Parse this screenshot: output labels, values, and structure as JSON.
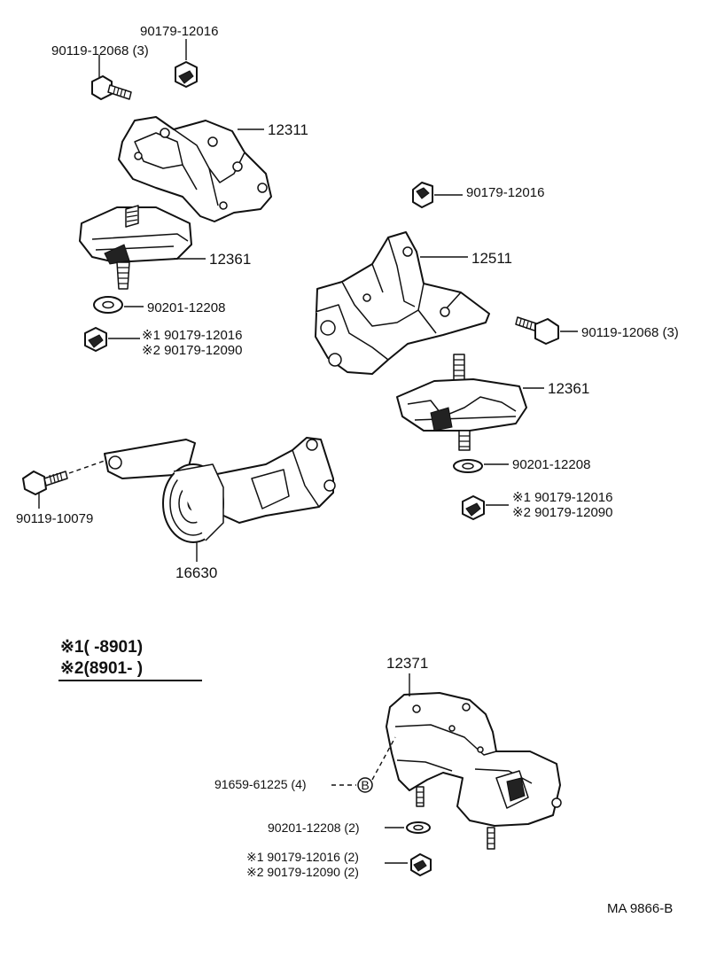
{
  "callouts": {
    "nut_top_left": "90179-12016",
    "bolt_top_left": "90119-12068 (3)",
    "bracket_front": "12311",
    "insulator_front": "12361",
    "washer_front": "90201-12208",
    "nut_front_1": "※1 90179-12016",
    "nut_front_2": "※2 90179-12090",
    "nut_top_right": "90179-12016",
    "bracket_right": "12511",
    "bolt_right": "90119-12068 (3)",
    "insulator_right": "12361",
    "washer_right": "90201-12208",
    "nut_right_1": "※1 90179-12016",
    "nut_right_2": "※2 90179-12090",
    "bolt_pulley": "90119-10079",
    "idler_pulley": "16630",
    "rear_insulator": "12371",
    "screw_rear": "91659-61225 (4)",
    "ref_mark": "B",
    "washer_rear": "90201-12208 (2)",
    "nut_rear_1": "※1 90179-12016 (2)",
    "nut_rear_2": "※2 90179-12090 (2)"
  },
  "legend": {
    "line1": "※1(      -8901)",
    "line2": "※2(8901-        )"
  },
  "footer": {
    "code": "MA  9866-B"
  }
}
